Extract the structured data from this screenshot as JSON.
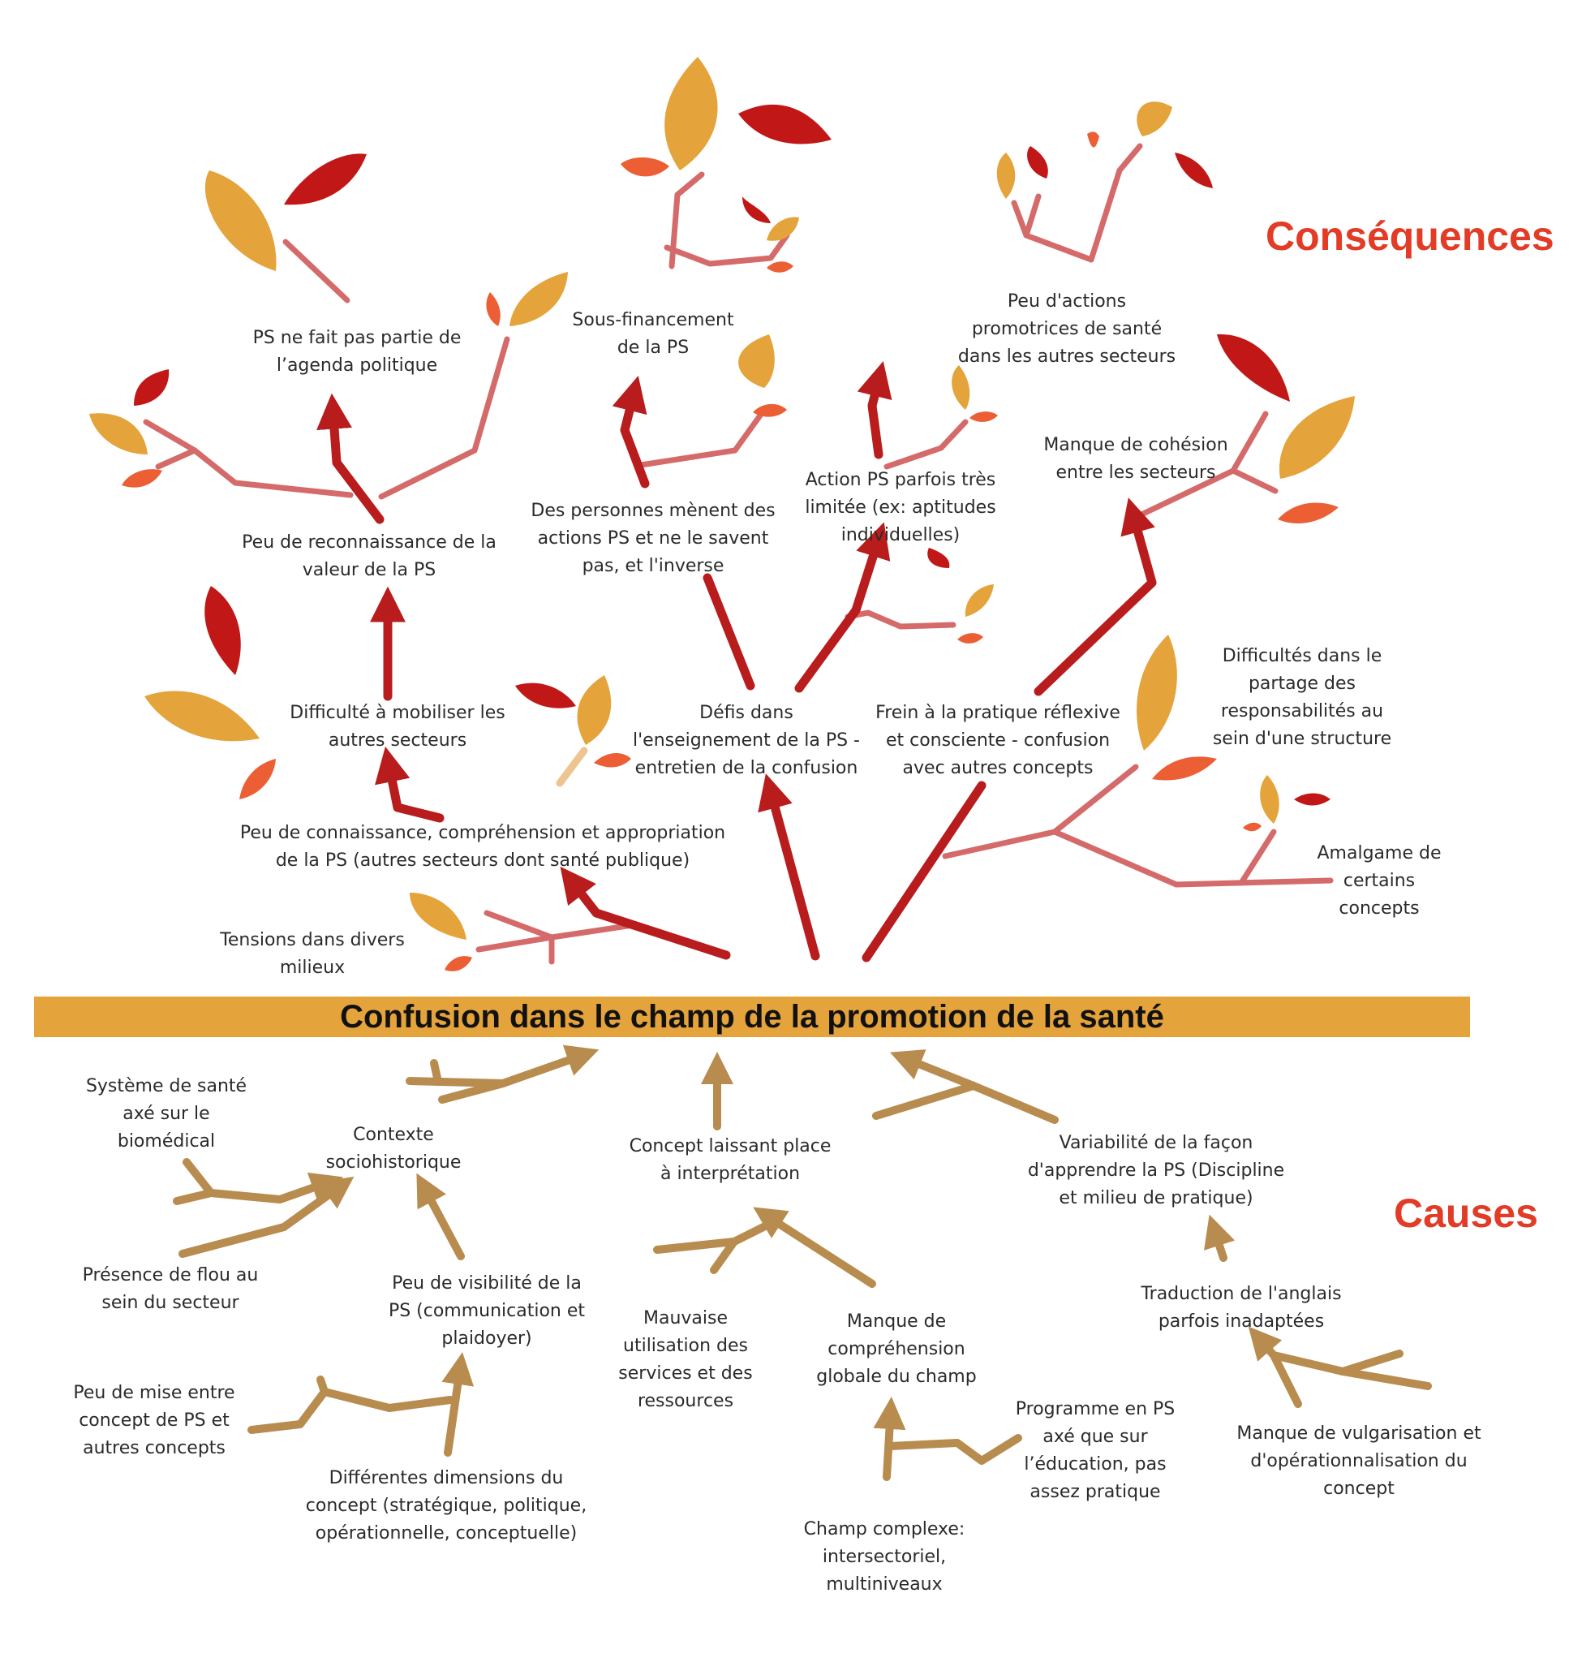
{
  "title": "Confusion dans le champ de la promotion de la santé",
  "sections": {
    "consequences": "Conséquences",
    "causes": "Causes"
  },
  "colors": {
    "section_label": "#e23b26",
    "band": "#e4a33b",
    "consequence_arrow": "#b81c1c",
    "consequence_branch": "#d56a6a",
    "cause_branch": "#b78c4e",
    "leaf_gold": "#e4a33b",
    "leaf_red": "#c11717",
    "leaf_orange": "#ec5f34"
  },
  "consequences": {
    "agenda": "PS ne fait pas partie de\nl’agenda politique",
    "sous_financement": "Sous-financement\nde la PS",
    "peu_actions": "Peu d'actions\npromotrices de santé\ndans les autres secteurs",
    "manque_cohesion": "Manque de cohésion\nentre les secteurs",
    "action_limitee": "Action PS parfois très\nlimitée (ex: aptitudes\nindividuelles)",
    "personnes": "Des personnes mènent des\nactions PS et ne le savent\npas, et l'inverse",
    "reconnaissance": "Peu de reconnaissance de la\nvaleur de la PS",
    "mobiliser": "Difficulté à mobiliser les\nautres secteurs",
    "defis": "Défis dans\nl'enseignement de la PS -\nentretien de la confusion",
    "frein": "Frein à la pratique réflexive\net consciente - confusion\navec autres concepts",
    "difficultes_partage": "Difficultés dans le\npartage des\nresponsabilités au\nsein d'une structure",
    "connaissance": "Peu de connaissance, compréhension et appropriation\nde la PS (autres secteurs dont santé publique)",
    "amalgame": "Amalgame de\ncertains\nconcepts",
    "tensions": "Tensions dans divers\nmilieux"
  },
  "causes": {
    "systeme": "Système de santé\naxé sur le\nbiomédical",
    "contexte": "Contexte\nsociohistorique",
    "concept_interpretation": "Concept laissant place\nà interprétation",
    "variabilite": "Variabilité de la façon\nd'apprendre la PS (Discipline\net milieu de pratique)",
    "flou": "Présence de flou au\nsein du secteur",
    "visibilite": "Peu de visibilité de la\nPS (communication et\nplaidoyer)",
    "mauvaise_utilisation": "Mauvaise\nutilisation des\nservices et des\nressources",
    "manque_comprehension": "Manque de\ncompréhension\nglobale du champ",
    "traduction": "Traduction de l'anglais\nparfois inadaptées",
    "mise_entre": "Peu de mise entre\nconcept de PS et\nautres concepts",
    "programme": "Programme en PS\naxé que sur\nl’éducation, pas\nassez pratique",
    "vulgarisation": "Manque de vulgarisation et\nd'opérationnalisation du\nconcept",
    "dimensions": "Différentes dimensions du\nconcept (stratégique, politique,\nopérationnelle, conceptuelle)",
    "champ_complexe": "Champ complexe:\nintersectoriel,\nmultiniveaux"
  }
}
